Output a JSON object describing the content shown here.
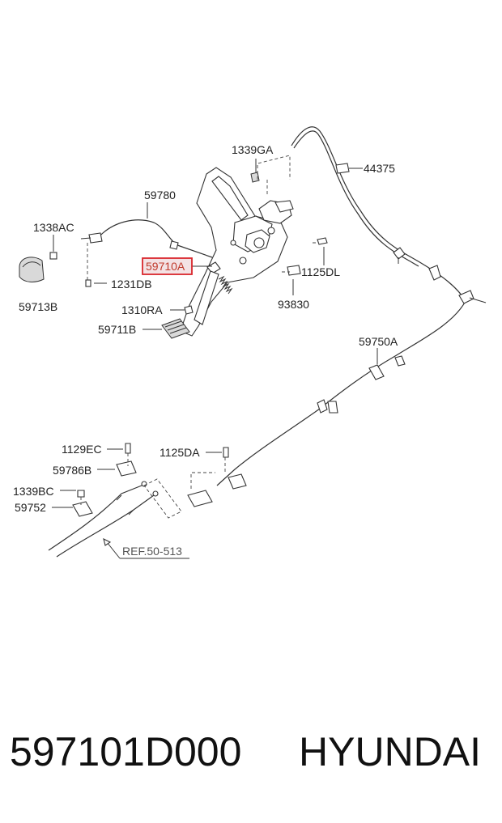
{
  "diagram": {
    "labels": {
      "l_1339GA": "1339GA",
      "l_44375": "44375",
      "l_59780": "59780",
      "l_1338AC": "1338AC",
      "l_59710A": "59710A",
      "l_1125DL": "1125DL",
      "l_1231DB": "1231DB",
      "l_59713B": "59713B",
      "l_93830": "93830",
      "l_1310RA": "1310RA",
      "l_59711B": "59711B",
      "l_59750A": "59750A",
      "l_1129EC": "1129EC",
      "l_1125DA": "1125DA",
      "l_59786B": "59786B",
      "l_1339BC": "1339BC",
      "l_59752": "59752",
      "l_ref": "REF.50-513"
    },
    "highlight_color": "#d9262c"
  },
  "footer": {
    "part_number": "597101D000",
    "brand": "HYUNDAI"
  }
}
